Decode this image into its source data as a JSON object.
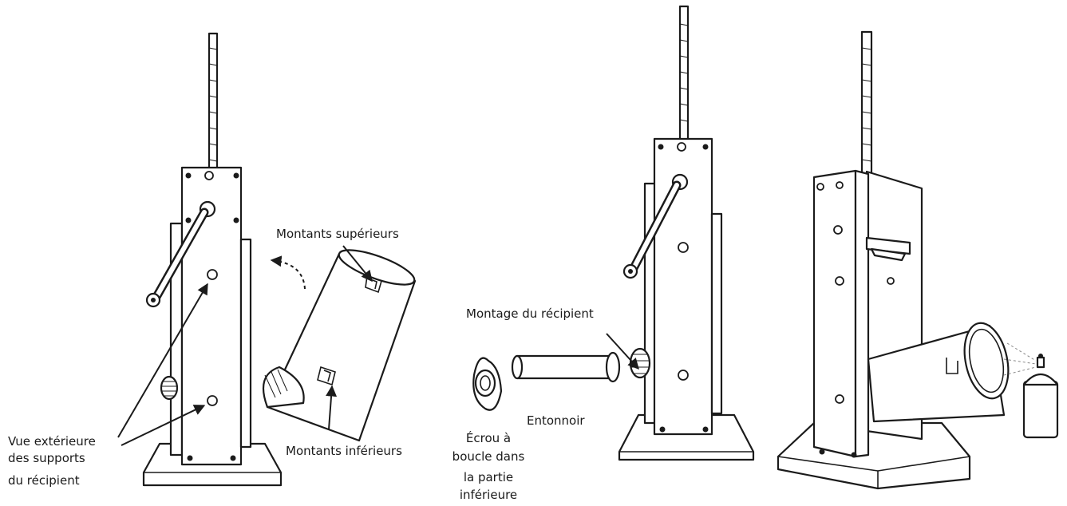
{
  "labels": {
    "upper_mounts": "Montants supérieurs",
    "lower_mounts": "Montants inférieurs",
    "exterior_view_line1": "Vue extérieure",
    "exterior_view_line2": "des supports",
    "exterior_view_line3": "du récipient",
    "container_mount": "Montage du récipient",
    "funnel": "Entonnoir",
    "nut_line1": "Écrou à",
    "nut_line2": "boucle dans",
    "nut_line3": "la partie",
    "nut_line4": "inférieure"
  },
  "colors": {
    "ink": "#1b1b1b",
    "background": "#ffffff"
  }
}
